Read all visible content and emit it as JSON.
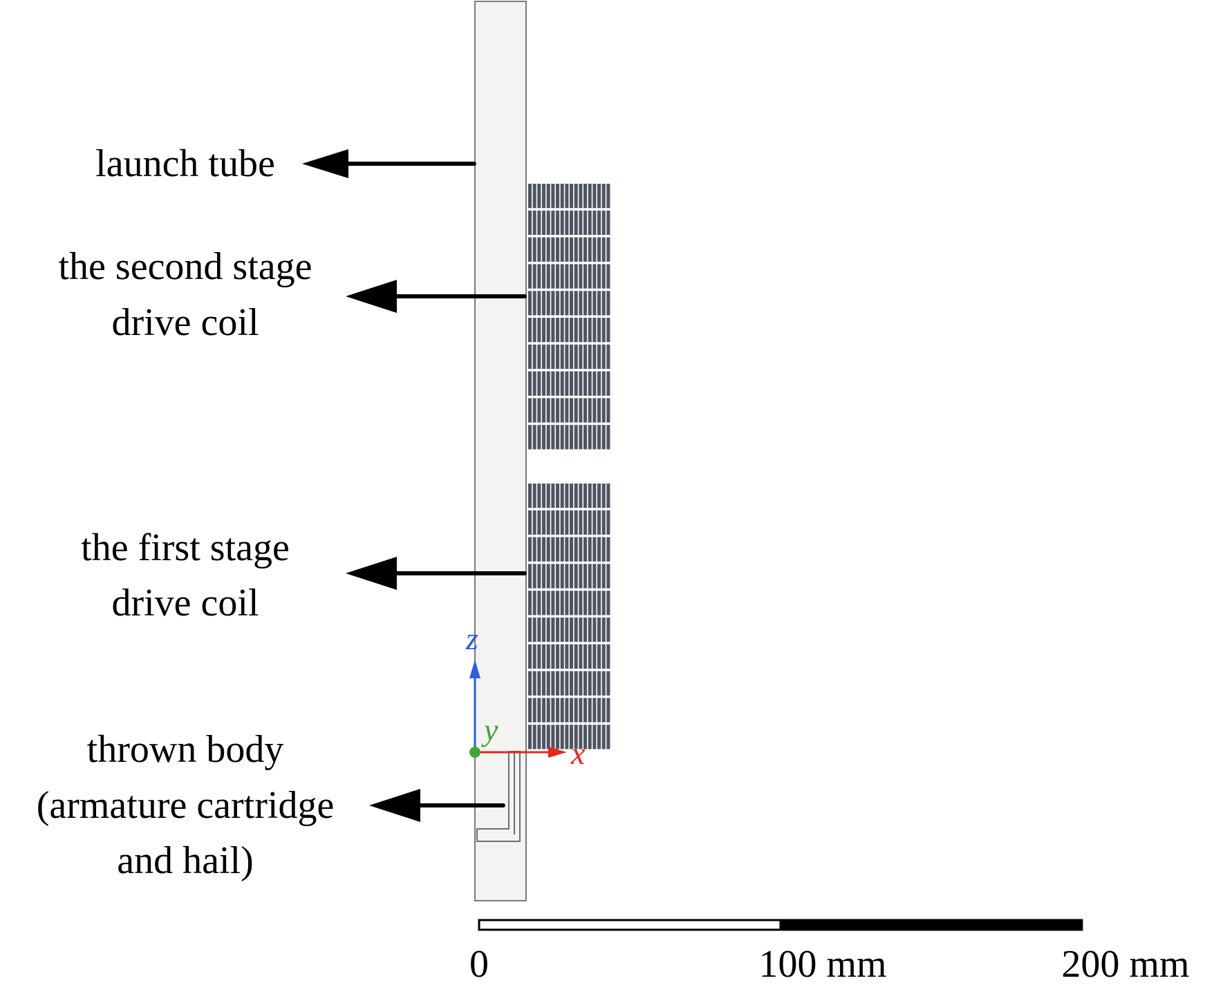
{
  "labels": {
    "launch_tube": "launch tube",
    "second_stage_line1": "the second stage",
    "second_stage_line2": "drive coil",
    "first_stage_line1": "the first stage",
    "first_stage_line2": "drive coil",
    "thrown_body_line1": "thrown body",
    "thrown_body_line2": "(armature cartridge",
    "thrown_body_line3": "and hail)"
  },
  "axes": {
    "x": "x",
    "y": "y",
    "z": "z"
  },
  "scale_bar": {
    "tick_0": "0",
    "tick_100": "100 mm",
    "tick_200": "200 mm"
  },
  "colors": {
    "tube_fill": "#f3f3f2",
    "tube_stroke": "#7a7a7a",
    "coil_fill": "#4e5560",
    "x_axis": "#e8261e",
    "y_axis": "#3fa535",
    "z_axis": "#2f5ed8",
    "arrow": "#000000"
  }
}
